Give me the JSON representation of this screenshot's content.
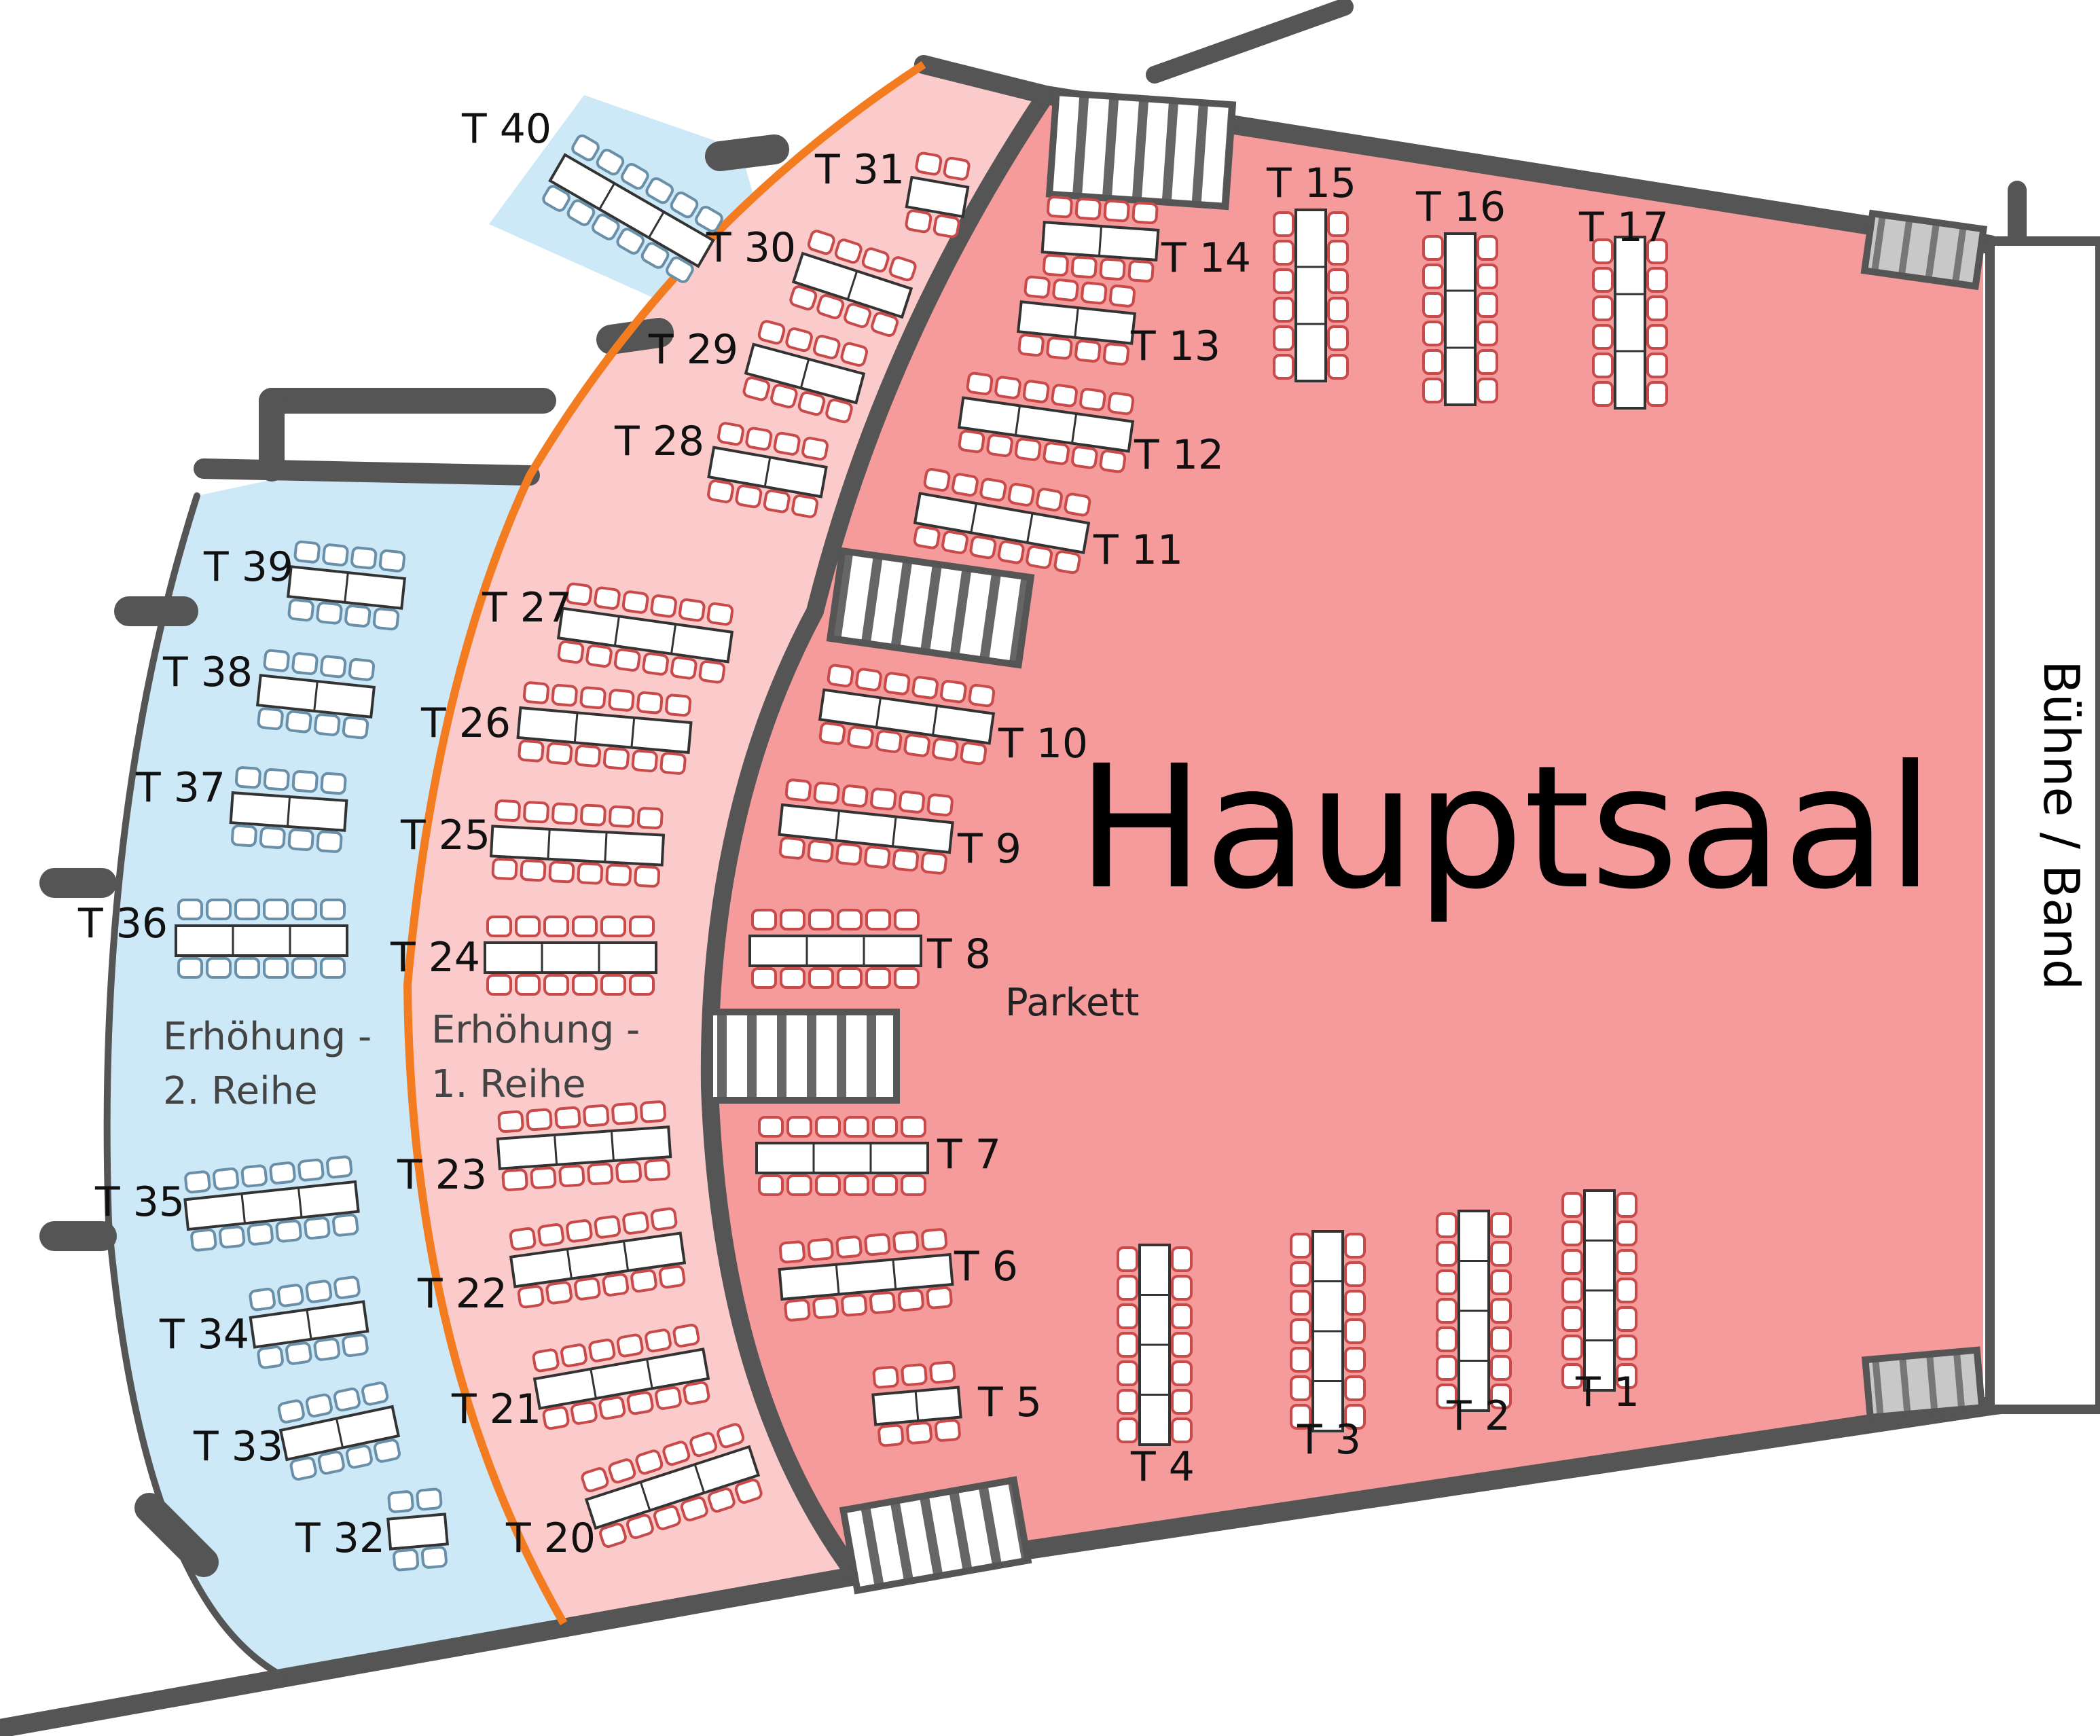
{
  "hall": {
    "title": "Hauptsaal",
    "floor_label": "Parkett"
  },
  "stage": {
    "label": "Bühne / Band"
  },
  "zones": {
    "row1": {
      "line1": "Erhöhung -",
      "line2": "1. Reihe"
    },
    "row2": {
      "line1": "Erhöhung -",
      "line2": "2. Reihe"
    }
  },
  "colors": {
    "main_floor": "#f69b9b",
    "row1_floor": "#fbcaca",
    "row2_floor": "#cde9f8",
    "wall": "#555555",
    "rail": "#f47c20",
    "seat_outline": "#c84a4a"
  },
  "tables": [
    {
      "id": "T1",
      "label": "T 1"
    },
    {
      "id": "T2",
      "label": "T 2"
    },
    {
      "id": "T3",
      "label": "T 3"
    },
    {
      "id": "T4",
      "label": "T 4"
    },
    {
      "id": "T5",
      "label": "T 5"
    },
    {
      "id": "T6",
      "label": "T 6"
    },
    {
      "id": "T7",
      "label": "T 7"
    },
    {
      "id": "T8",
      "label": "T 8"
    },
    {
      "id": "T9",
      "label": "T 9"
    },
    {
      "id": "T10",
      "label": "T 10"
    },
    {
      "id": "T11",
      "label": "T 11"
    },
    {
      "id": "T12",
      "label": "T 12"
    },
    {
      "id": "T13",
      "label": "T 13"
    },
    {
      "id": "T14",
      "label": "T 14"
    },
    {
      "id": "T15",
      "label": "T 15"
    },
    {
      "id": "T16",
      "label": "T 16"
    },
    {
      "id": "T17",
      "label": "T 17"
    },
    {
      "id": "T20",
      "label": "T 20"
    },
    {
      "id": "T21",
      "label": "T 21"
    },
    {
      "id": "T22",
      "label": "T 22"
    },
    {
      "id": "T23",
      "label": "T 23"
    },
    {
      "id": "T24",
      "label": "T 24"
    },
    {
      "id": "T25",
      "label": "T 25"
    },
    {
      "id": "T26",
      "label": "T 26"
    },
    {
      "id": "T27",
      "label": "T 27"
    },
    {
      "id": "T28",
      "label": "T 28"
    },
    {
      "id": "T29",
      "label": "T 29"
    },
    {
      "id": "T30",
      "label": "T 30"
    },
    {
      "id": "T31",
      "label": "T 31"
    },
    {
      "id": "T32",
      "label": "T 32"
    },
    {
      "id": "T33",
      "label": "T 33"
    },
    {
      "id": "T34",
      "label": "T 34"
    },
    {
      "id": "T35",
      "label": "T 35"
    },
    {
      "id": "T36",
      "label": "T 36"
    },
    {
      "id": "T37",
      "label": "T 37"
    },
    {
      "id": "T38",
      "label": "T 38"
    },
    {
      "id": "T39",
      "label": "T 39"
    },
    {
      "id": "T40",
      "label": "T 40"
    }
  ]
}
